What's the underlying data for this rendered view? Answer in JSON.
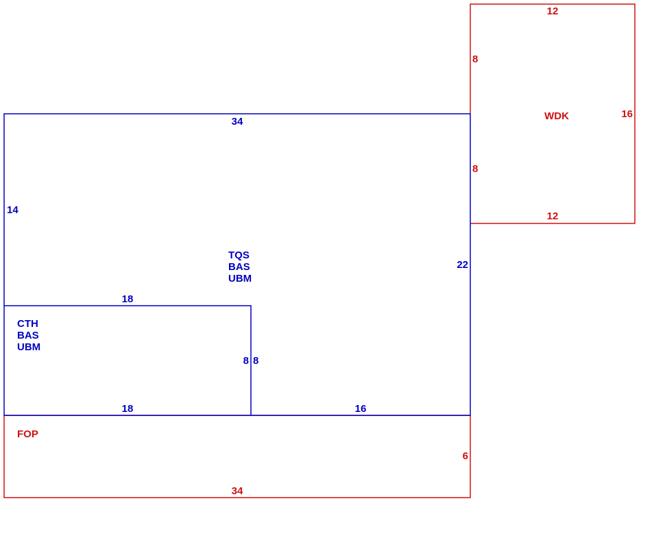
{
  "colors": {
    "main": "#0000c0",
    "deck": "#d01010"
  },
  "areas": {
    "wdk": {
      "label": "WDK",
      "dims": {
        "top": "12",
        "left_upper": "8",
        "left_lower": "8",
        "right": "16",
        "bottom": "12"
      }
    },
    "tqs": {
      "lines": [
        "TQS",
        "BAS",
        "UBM"
      ],
      "dims": {
        "top": "34",
        "left": "14",
        "right": "22",
        "bottom_right": "16"
      }
    },
    "cth": {
      "lines": [
        "CTH",
        "BAS",
        "UBM"
      ],
      "dims": {
        "top": "18",
        "right_a": "8",
        "right_b": "8",
        "bottom": "18"
      }
    },
    "fop": {
      "label": "FOP",
      "dims": {
        "right": "6",
        "bottom": "34"
      }
    }
  }
}
